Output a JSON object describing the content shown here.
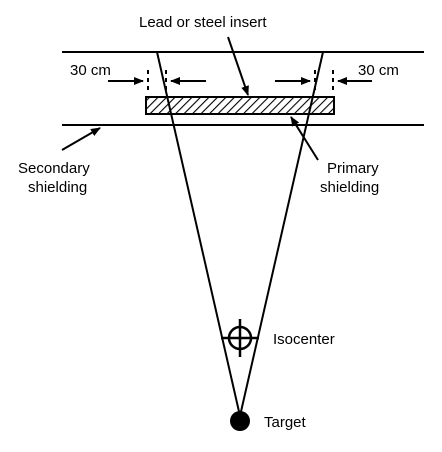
{
  "labels": {
    "insert": "Lead or steel insert",
    "margin_left": "30 cm",
    "margin_right": "30 cm",
    "secondary_line1": "Secondary",
    "secondary_line2": "shielding",
    "primary_line1": "Primary",
    "primary_line2": "shielding",
    "isocenter": "Isocenter",
    "target": "Target"
  },
  "colors": {
    "ink": "#000000",
    "background": "#ffffff"
  },
  "icons": {
    "isocenter": "crosshair-circle",
    "target": "filled-circle",
    "insert": "hatched-rectangle"
  }
}
